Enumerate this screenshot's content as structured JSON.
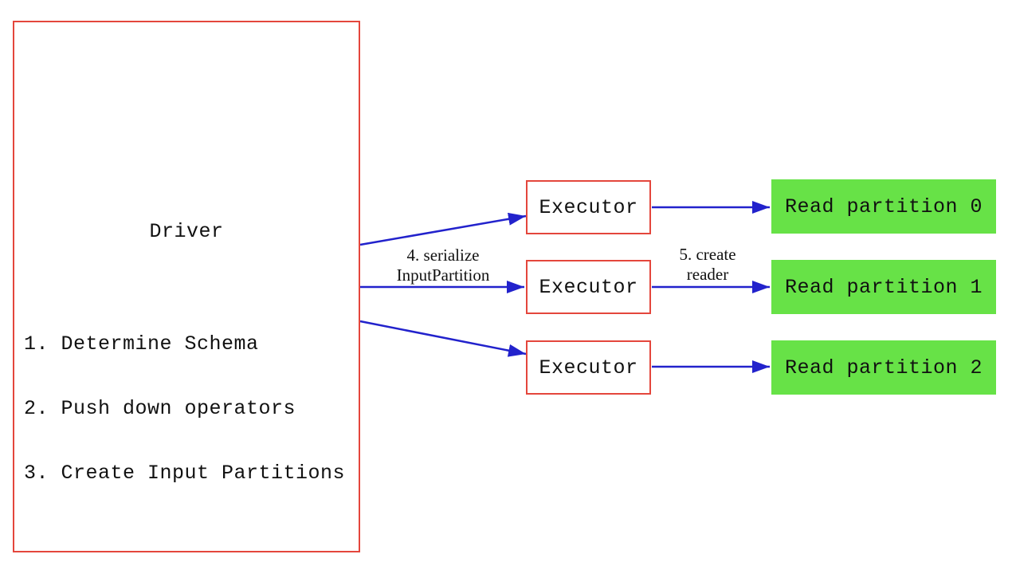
{
  "driver": {
    "title": "Driver",
    "steps": [
      "1. Determine Schema",
      "2. Push down operators",
      "3. Create Input Partitions"
    ]
  },
  "executors": [
    {
      "label": "Executor"
    },
    {
      "label": "Executor"
    },
    {
      "label": "Executor"
    }
  ],
  "partitions": [
    {
      "label": "Read partition 0"
    },
    {
      "label": "Read partition 1"
    },
    {
      "label": "Read partition 2"
    }
  ],
  "edge_labels": {
    "serialize": {
      "line1": "4. serialize",
      "line2": "InputPartition"
    },
    "create_reader": {
      "line1": "5. create",
      "line2": "reader"
    }
  },
  "colors": {
    "box_border_red": "#e4463c",
    "arrow_blue": "#2222cc",
    "partition_green": "#67e247",
    "text": "#111111",
    "background": "#ffffff"
  }
}
